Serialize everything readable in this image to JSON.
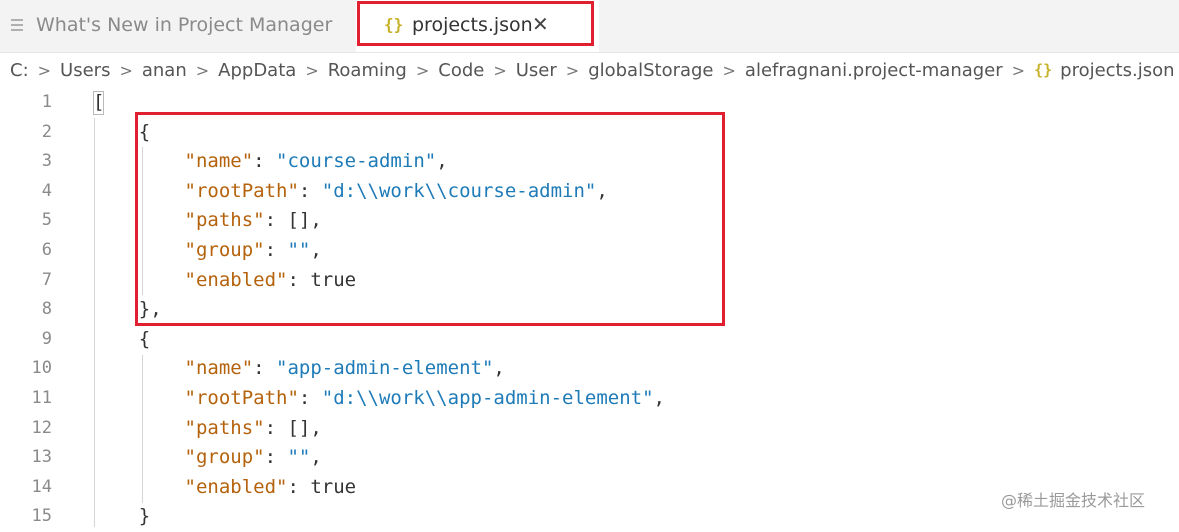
{
  "tabs": {
    "inactive": {
      "label": "What's New in Project Manager",
      "icon": "preview-lines-icon"
    },
    "active": {
      "label": "projects.json",
      "icon": "json-braces-icon",
      "icon_glyph": "{}",
      "close_glyph": "✕"
    }
  },
  "breadcrumb": {
    "separator": ">",
    "items": [
      "C:",
      "Users",
      "anan",
      "AppData",
      "Roaming",
      "Code",
      "User",
      "globalStorage",
      "alefragnani.project-manager"
    ],
    "file_icon_glyph": "{}",
    "file": "projects.json",
    "more": "..."
  },
  "line_numbers": [
    "1",
    "2",
    "3",
    "4",
    "5",
    "6",
    "7",
    "8",
    "9",
    "10",
    "11",
    "12",
    "13",
    "14",
    "15"
  ],
  "code": {
    "open_array": "[",
    "open_obj": "{",
    "close_obj_comma": "},",
    "close_obj": "}",
    "projects": [
      {
        "name_key": "\"name\"",
        "name_val": "\"course-admin\"",
        "root_key": "\"rootPath\"",
        "root_val": "\"d:\\\\work\\\\course-admin\"",
        "paths_key": "\"paths\"",
        "paths_val": "[]",
        "group_key": "\"group\"",
        "group_val": "\"\"",
        "enabled_key": "\"enabled\"",
        "enabled_val": "true"
      },
      {
        "name_key": "\"name\"",
        "name_val": "\"app-admin-element\"",
        "root_key": "\"rootPath\"",
        "root_val": "\"d:\\\\work\\\\app-admin-element\"",
        "paths_key": "\"paths\"",
        "paths_val": "[]",
        "group_key": "\"group\"",
        "group_val": "\"\"",
        "enabled_key": "\"enabled\"",
        "enabled_val": "true"
      }
    ]
  },
  "colors": {
    "highlight": "#e02030",
    "json_key": "#b5620c",
    "json_string": "#1e7bb8",
    "json_icon": "#c8b22a"
  },
  "watermark": "@稀土掘金技术社区"
}
